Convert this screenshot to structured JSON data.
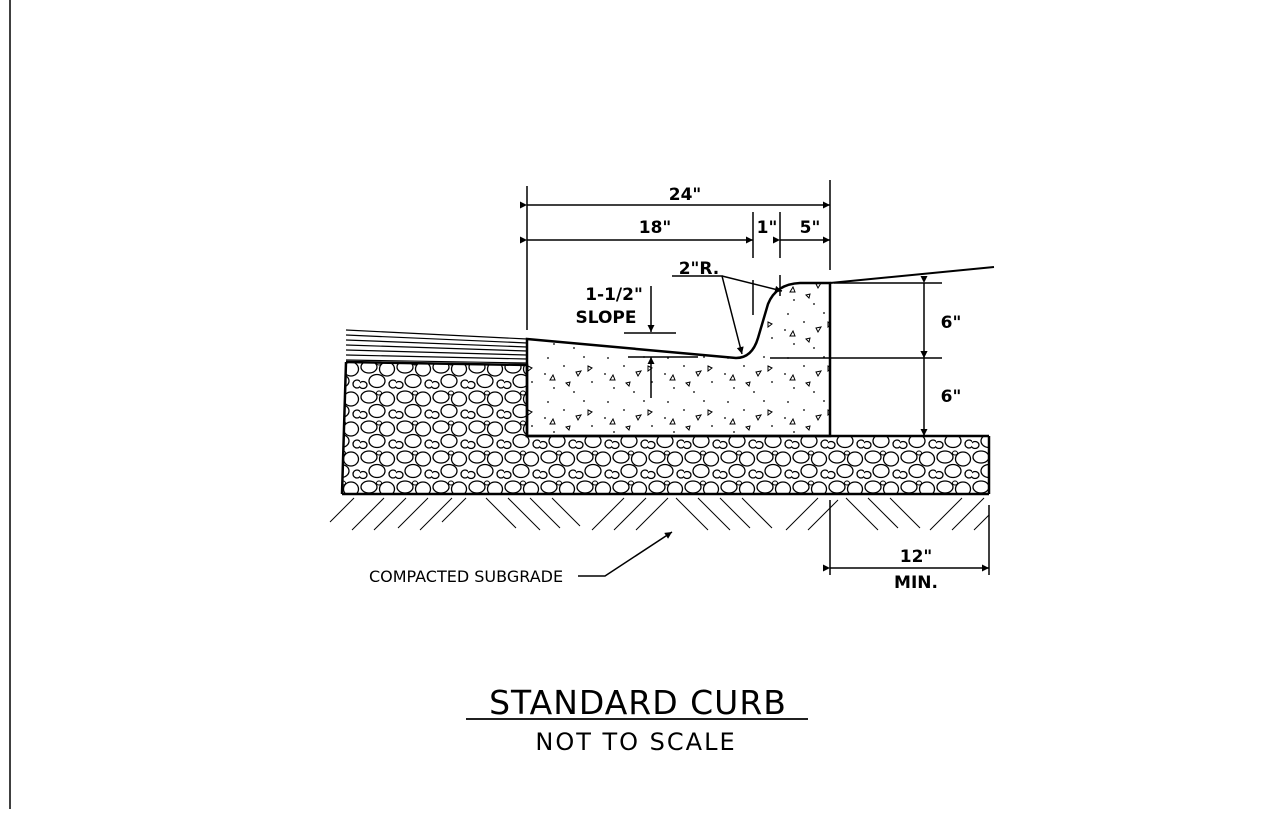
{
  "dimensions": {
    "overall_width": "24\"",
    "gutter_width": "18\"",
    "lip": "1\"",
    "curb_top": "5\"",
    "radius": "2\"R.",
    "slope_value": "1-1/2\"",
    "slope_label": "SLOPE",
    "curb_height": "6\"",
    "base_depth": "6\"",
    "extension": "12\"",
    "extension_min": "MIN."
  },
  "labels": {
    "subgrade": "COMPACTED SUBGRADE"
  },
  "title": {
    "main": "STANDARD CURB",
    "sub": "NOT TO SCALE"
  }
}
